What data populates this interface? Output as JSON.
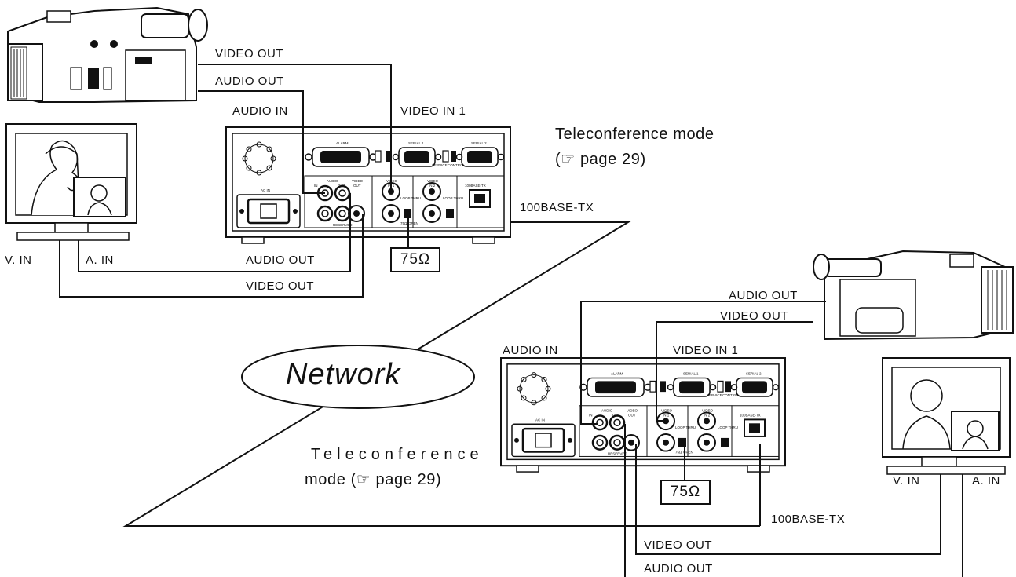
{
  "labels": {
    "video_out_top": "VIDEO OUT",
    "audio_out_top": "AUDIO OUT",
    "audio_in_1": "AUDIO IN",
    "video_in1_1": "VIDEO IN 1",
    "base_tx_1": "100BASE-TX",
    "v_in_1": "V. IN",
    "a_in_1": "A. IN",
    "audio_out_mid": "AUDIO OUT",
    "video_out_mid": "VIDEO OUT",
    "audio_out_cam2": "AUDIO OUT",
    "video_out_cam2": "VIDEO OUT",
    "audio_in_2": "AUDIO IN",
    "video_in1_2": "VIDEO IN 1",
    "base_tx_2": "100BASE-TX",
    "v_in_2": "V. IN",
    "a_in_2": "A. IN",
    "video_out_bottom": "VIDEO OUT",
    "audio_out_bottom": "AUDIO OUT",
    "ohm_1": "75Ω",
    "ohm_2": "75Ω"
  },
  "mode_1": {
    "line1": "Teleconference mode",
    "line2": "(☞ page 29)"
  },
  "mode_2": {
    "line1": "Teleconference",
    "line2": "mode (☞ page 29)"
  },
  "network_label": "Network",
  "panel": {
    "alarm": "ALARM",
    "serial1": "SERIAL 1",
    "serial2": "SERIAL 2",
    "audio": "AUDIO",
    "in": "IN",
    "out": "OUT",
    "video": "VIDEO",
    "video_out": "OUT",
    "video_in1": "IN 1",
    "video_in2": "IN 2",
    "ac_in": "AC IN",
    "base_tx": "100BASE-TX",
    "loop_thru": "LOOP THRU",
    "service": "SERVICE",
    "control": "CONTROL",
    "reserved": "RESERVED",
    "t75": "75Ω",
    "open": "OPEN"
  }
}
